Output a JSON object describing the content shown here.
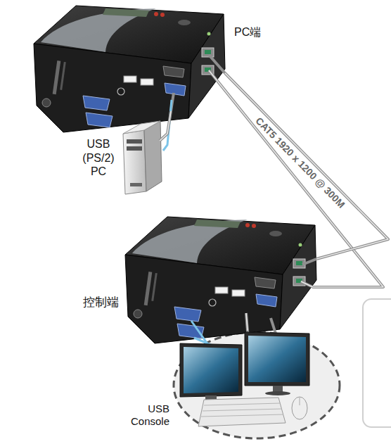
{
  "diagram": {
    "nodes": [
      {
        "text": [
          "PC端"
        ]
      },
      {
        "text": [
          "USB (PS/2) PC"
        ]
      },
      {
        "text": [
          "控制端"
        ]
      },
      {
        "text": [
          "USB Console"
        ]
      }
    ],
    "edges": [
      {
        "from": 1,
        "to": 0,
        "arrow": "none"
      },
      {
        "from": 0,
        "to": 2,
        "label": "CAT5 1920 x 1200 @ 300M",
        "arrow": "none"
      },
      {
        "from": 2,
        "to": 3,
        "arrow": "none"
      }
    ]
  }
}
